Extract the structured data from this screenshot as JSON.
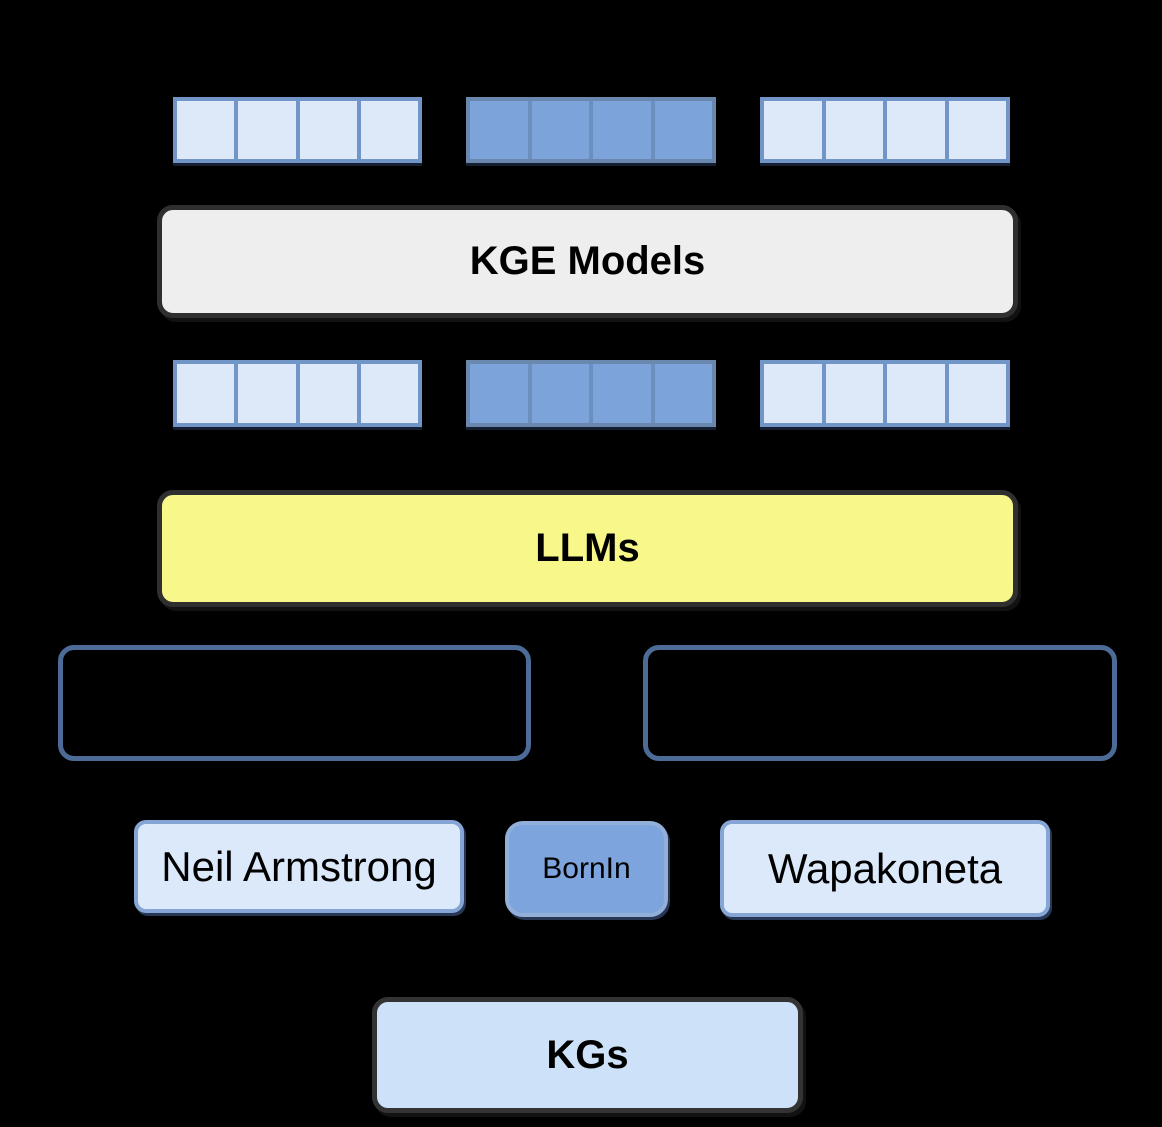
{
  "title": "KGs-LLMs-KGE Models embedding pipeline diagram",
  "colors": {
    "background": "#000000",
    "vector-light-fill": "#dde9f8",
    "vector-light-border": "#7195c7",
    "vector-dark-fill": "#7da4da",
    "vector-dark-border": "#6d8fc0",
    "kge-fill": "#eeeeee",
    "kge-border": "#2f2f2f",
    "llms-fill": "#f7f78a",
    "llms-border": "#2f2f2f",
    "frame-border": "#4c6b97",
    "entity-fill": "#dbe9fb",
    "entity-border": "#85a5d4",
    "relation-fill": "#7da4dc",
    "relation-border": "#91afd9",
    "kgs-fill": "#cde1f8",
    "kgs-border": "#333333",
    "text": "#000000"
  },
  "boxes": {
    "kge_models": {
      "label": "KGE Models"
    },
    "llms": {
      "label": "LLMs"
    },
    "head_entity": {
      "label": "Neil Armstrong"
    },
    "relation": {
      "label": "BornIn"
    },
    "tail_entity": {
      "label": "Wapakoneta"
    },
    "kgs": {
      "label": "KGs"
    }
  },
  "vector_rows": [
    {
      "name": "kge-level-embeddings",
      "groups": [
        {
          "name": "head-embedding",
          "tone": "light",
          "cells": 4
        },
        {
          "name": "relation-embedding",
          "tone": "dark",
          "cells": 4
        },
        {
          "name": "tail-embedding",
          "tone": "light",
          "cells": 4
        }
      ]
    },
    {
      "name": "llm-level-embeddings",
      "groups": [
        {
          "name": "head-embedding",
          "tone": "light",
          "cells": 4
        },
        {
          "name": "relation-embedding",
          "tone": "dark",
          "cells": 4
        },
        {
          "name": "tail-embedding",
          "tone": "light",
          "cells": 4
        }
      ]
    }
  ]
}
